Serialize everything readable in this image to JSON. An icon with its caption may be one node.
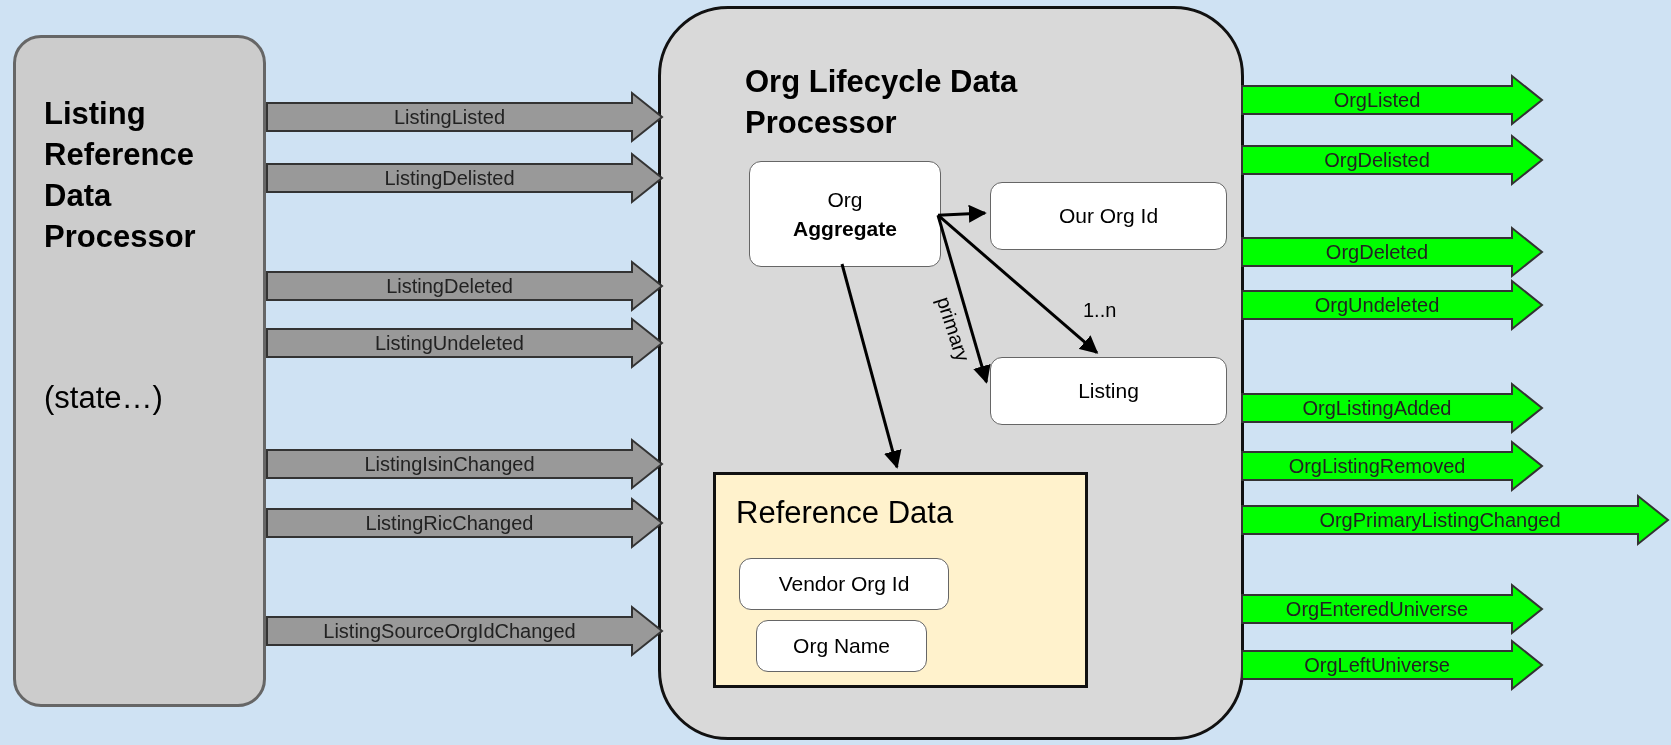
{
  "diagram": {
    "nodes": [
      {
        "text": [
          "Listing Reference Data Processor",
          "(state…)"
        ]
      },
      {
        "text": [
          "Org Lifecycle Data Processor"
        ]
      },
      {
        "text": [
          "Org **Aggregate**"
        ],
        "in": 1
      },
      {
        "text": [
          "Our Org Id"
        ],
        "in": 1
      },
      {
        "text": [
          "Listing"
        ],
        "in": 1
      },
      {
        "text": [
          "Reference Data"
        ],
        "in": 1
      },
      {
        "text": [
          "Vendor Org Id"
        ],
        "in": 5
      },
      {
        "text": [
          "Org Name"
        ],
        "in": 5
      }
    ],
    "edges": [
      {
        "from": 0,
        "to": 1,
        "arrow": "to",
        "label": "ListingListed",
        "style": "thick",
        "color": "#999999"
      },
      {
        "from": 0,
        "to": 1,
        "arrow": "to",
        "label": "ListingDelisted",
        "style": "thick",
        "color": "#999999"
      },
      {
        "from": 0,
        "to": 1,
        "arrow": "to",
        "label": "ListingDeleted",
        "style": "thick",
        "color": "#999999"
      },
      {
        "from": 0,
        "to": 1,
        "arrow": "to",
        "label": "ListingUndeleted",
        "style": "thick",
        "color": "#999999"
      },
      {
        "from": 0,
        "to": 1,
        "arrow": "to",
        "label": "ListingIsinChanged",
        "style": "thick",
        "color": "#999999"
      },
      {
        "from": 0,
        "to": 1,
        "arrow": "to",
        "label": "ListingRicChanged",
        "style": "thick",
        "color": "#999999"
      },
      {
        "from": 0,
        "to": 1,
        "arrow": "to",
        "label": "ListingSourceOrgIdChanged",
        "style": "thick",
        "color": "#999999"
      },
      {
        "from": 2,
        "to": 3,
        "arrow": "to",
        "color": "#000000"
      },
      {
        "from": 2,
        "to": 4,
        "arrow": "to",
        "label": "1..n",
        "color": "#000000"
      },
      {
        "from": 2,
        "to": 4,
        "arrow": "to",
        "label": "primary",
        "color": "#000000"
      },
      {
        "from": 2,
        "to": 5,
        "arrow": "to",
        "color": "#000000"
      },
      {
        "from": 1,
        "to": null,
        "arrow": "to",
        "label": "OrgListed",
        "style": "thick",
        "color": "#00ff00"
      },
      {
        "from": 1,
        "to": null,
        "arrow": "to",
        "label": "OrgDelisted",
        "style": "thick",
        "color": "#00ff00"
      },
      {
        "from": 1,
        "to": null,
        "arrow": "to",
        "label": "OrgDeleted",
        "style": "thick",
        "color": "#00ff00"
      },
      {
        "from": 1,
        "to": null,
        "arrow": "to",
        "label": "OrgUndeleted",
        "style": "thick",
        "color": "#00ff00"
      },
      {
        "from": 1,
        "to": null,
        "arrow": "to",
        "label": "OrgListingAdded",
        "style": "thick",
        "color": "#00ff00"
      },
      {
        "from": 1,
        "to": null,
        "arrow": "to",
        "label": "OrgListingRemoved",
        "style": "thick",
        "color": "#00ff00"
      },
      {
        "from": 1,
        "to": null,
        "arrow": "to",
        "label": "OrgPrimaryListingChanged",
        "style": "thick",
        "color": "#00ff00"
      },
      {
        "from": 1,
        "to": null,
        "arrow": "to",
        "label": "OrgEnteredUniverse",
        "style": "thick",
        "color": "#00ff00"
      },
      {
        "from": 1,
        "to": null,
        "arrow": "to",
        "label": "OrgLeftUniverse",
        "style": "thick",
        "color": "#00ff00"
      }
    ]
  }
}
